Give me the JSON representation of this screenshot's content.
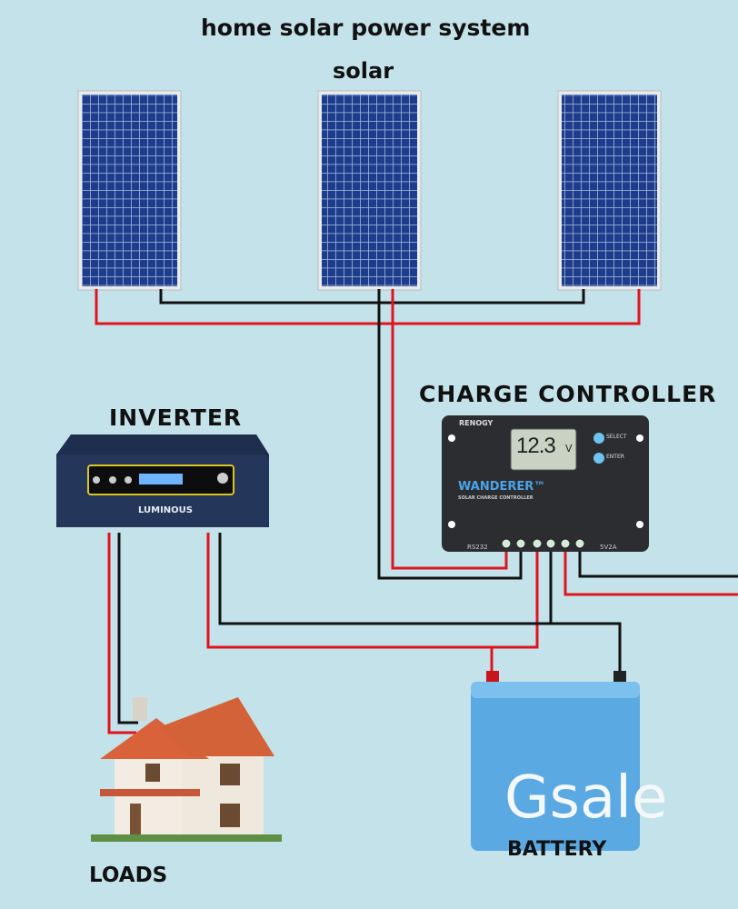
{
  "title": "home solar power system",
  "solar_label": "solar",
  "inverter": {
    "label": "INVERTER",
    "brand": "LUMINOUS"
  },
  "charge_controller": {
    "label": "CHARGE CONTROLLER",
    "brand": "RENOGY",
    "display_value": "12.3",
    "display_unit": "V",
    "select_label": "SELECT",
    "enter_label": "ENTER",
    "model": "WANDERER™",
    "subtitle": "SOLAR CHARGE CONTROLLER",
    "port_left": "RS232",
    "port_right": "5V2A"
  },
  "battery_label": "BATTERY",
  "loads_label": "LOADS",
  "watermark": "Gsale",
  "colors": {
    "background": "#c4e2e9",
    "wire_positive": "#e0141e",
    "wire_negative": "#111111",
    "panel": "#1e3f8e",
    "battery": "#5aa9e2"
  }
}
